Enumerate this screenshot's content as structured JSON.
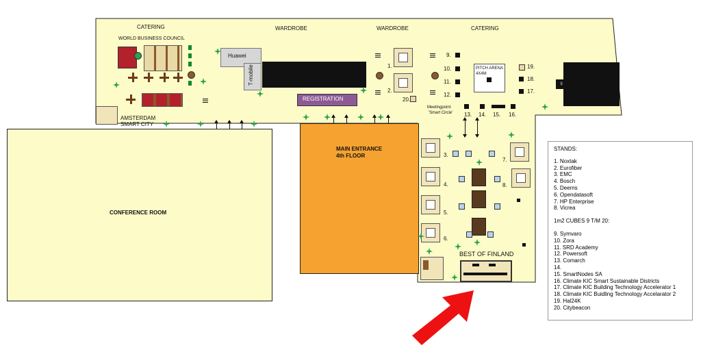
{
  "top_labels": {
    "catering_left": "CATERING",
    "wardrobe_1": "WARDROBE",
    "wardrobe_2": "WARDROBE",
    "catering_right": "CATERING"
  },
  "areas": {
    "world_business_council": "WORLD BUSINESS COUNCIL",
    "huawei": "Huawei",
    "t_mobile": "T-mobile",
    "registration": "REGISTRATION",
    "amsterdam_line1": "AMSTERDAM",
    "amsterdam_line2": "SMART CITY",
    "main_entrance_line1": "MAIN ENTRANCE",
    "main_entrance_line2": "4th FLOOR",
    "conference_room": "CONFERENCE ROOM",
    "pitch_arena_line1": "PITCH ARENA",
    "pitch_arena_line2": "4X4M",
    "meetingpoint_line1": "Meetingpoint",
    "meetingpoint_line2": "'Smart Circle'",
    "best_of_finland": "BEST OF FINLAND"
  },
  "numbers": {
    "n1": "1.",
    "n2": "2.",
    "n3": "3.",
    "n4": "4.",
    "n5": "5.",
    "n6": "6.",
    "n7": "7.",
    "n8": "8.",
    "n9": "9.",
    "n10": "10.",
    "n11": "11.",
    "n12": "12.",
    "n13": "13.",
    "n14": "14.",
    "n15": "15.",
    "n16": "16.",
    "n17": "17.",
    "n18": "18.",
    "n19": "19.",
    "n20": "20."
  },
  "legend": {
    "title": "STANDS:",
    "stands": [
      "1. Noxtak",
      "2. Eurofiber",
      "3. EMC",
      "4. Bosch",
      "5. Deerns",
      "6. Opendatasoft",
      "7. HP Enterprise",
      "8. Vicrea"
    ],
    "cubes_title": "1m2 CUBES 9 T/M 20:",
    "cubes": [
      "9. Symvaro",
      "10. Zora",
      "11. SRD Academy",
      "12. Powersoft",
      "13. Comarch",
      "14.",
      "15. SmartNodes SA",
      "16. Climate KIC Smart Sustainable Districts",
      "17. Climate KIC Building Technology Accelerator 1",
      "18. Climate KIC Buidling Technology Accelarator 2",
      "19. Hal24K",
      "20. Citybeacon"
    ]
  },
  "colors": {
    "hall": "#fdfbc8",
    "main_entrance": "#f6a230",
    "registration": "#8e5a96",
    "arrow": "#ee1111"
  }
}
